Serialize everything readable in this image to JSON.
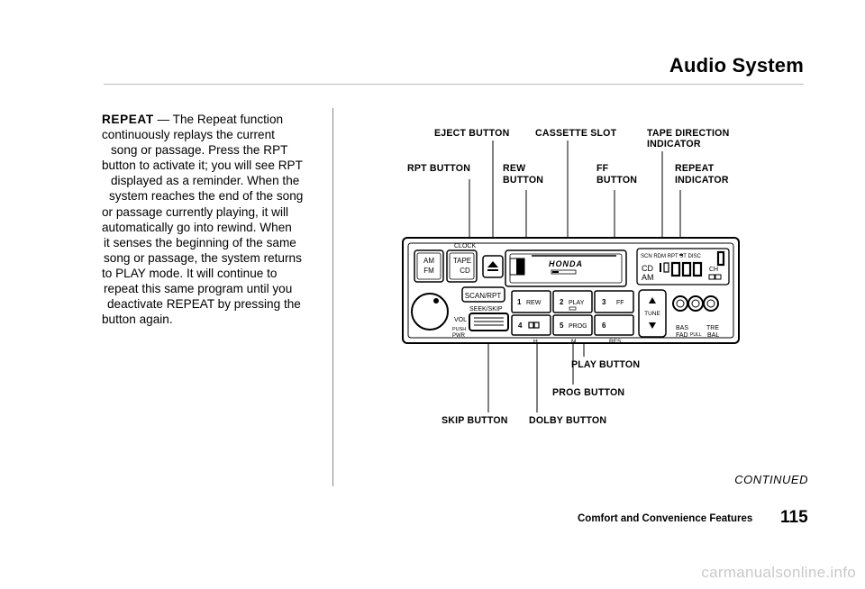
{
  "header": {
    "title": "Audio System"
  },
  "body": {
    "heading": "REPEAT",
    "lines": [
      " — The Repeat function",
      "continuously replays the current",
      "song or passage. Press the RPT",
      "button to activate it; you will see RPT",
      "displayed as a reminder. When the",
      "system reaches the end of the song",
      "or passage currently playing, it will",
      "automatically go into rewind. When",
      "it senses the beginning of the same",
      "song or passage, the system returns",
      "to PLAY mode. It will continue to",
      "repeat this same program until you",
      "deactivate REPEAT by pressing the",
      "button again."
    ]
  },
  "callouts": {
    "eject": "EJECT BUTTON",
    "cassette": "CASSETTE SLOT",
    "tape_dir_1": "TAPE DIRECTION",
    "tape_dir_2": "INDICATOR",
    "rpt": "RPT BUTTON",
    "rew_1": "REW",
    "rew_2": "BUTTON",
    "ff_1": "FF",
    "ff_2": "BUTTON",
    "repeat_1": "REPEAT",
    "repeat_2": "INDICATOR",
    "play": "PLAY BUTTON",
    "prog": "PROG BUTTON",
    "skip": "SKIP BUTTON",
    "dolby": "DOLBY BUTTON"
  },
  "radio": {
    "clock": "CLOCK",
    "am": "AM",
    "fm": "FM",
    "tape": "TAPE",
    "cd": "CD",
    "brand": "HONDA",
    "display_top": "SCN RDM RPT ST DISC",
    "display_cd": "CD",
    "display_am": "AM",
    "display_ch": "CH",
    "scan_rpt": "SCAN/RPT",
    "seek_skip": "SEEK/SKIP",
    "vol": "VOL",
    "push": "PUSH",
    "pwr": "PWR",
    "btn1": "1",
    "rew": "REW",
    "btn2": "2",
    "play": "PLAY",
    "btn3": "3",
    "ff": "FF",
    "btn4": "4",
    "btn5": "5",
    "prog": "PROG",
    "btn6": "6",
    "h": "H",
    "m": "M",
    "res": "RES",
    "tune": "TUNE",
    "bas": "BAS",
    "tre": "TRE",
    "fad": "FAD",
    "pull": "PULL",
    "bal": "BAL"
  },
  "footer": {
    "continued": "CONTINUED",
    "section": "Comfort and Convenience Features",
    "page": "115",
    "watermark": "carmanualsonline.info"
  }
}
